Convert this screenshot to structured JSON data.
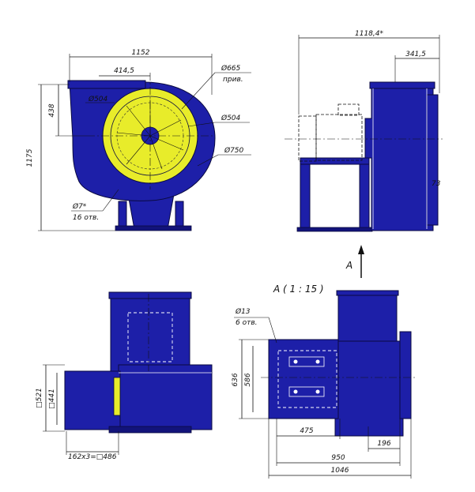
{
  "view_front": {
    "dim_width": "1152",
    "dim_offset": "414,5",
    "dim_height": "1175",
    "dim_top": "438",
    "dim_d504_left": "Ø504",
    "dim_d665": "Ø665",
    "dim_d665_note": "прив.",
    "dim_d504_right": "Ø504",
    "dim_d750": "Ø750",
    "dim_holes": "Ø7*",
    "dim_holes_count": "16 отв."
  },
  "view_side": {
    "dim_length": "1118,4*",
    "dim_outlet": "341,5",
    "dim_right": "73"
  },
  "arrow_label": "A",
  "view_a": {
    "title": "A ( 1 : 15 )",
    "dim_holes": "Ø13",
    "dim_holes_count": "6 отв.",
    "dim_636": "636",
    "dim_586": "586",
    "dim_475": "475",
    "dim_196": "196",
    "dim_950": "950",
    "dim_1046": "1046"
  },
  "view_bottom": {
    "dim_521": "□521",
    "dim_441": "□441",
    "dim_pitch": "162x3=□486"
  },
  "colors": {
    "housing": "#1d1fa8",
    "inlet": "#e8ec2a",
    "lines": "#111111"
  }
}
